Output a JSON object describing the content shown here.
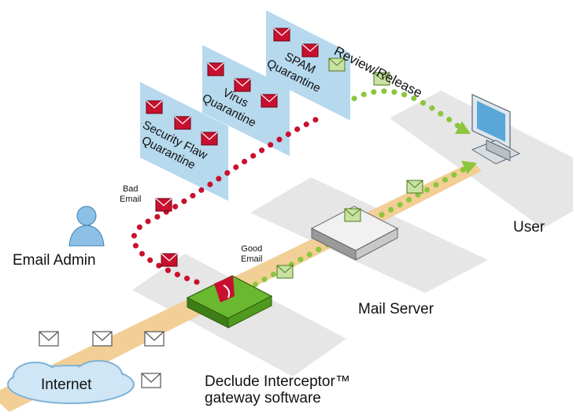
{
  "labels": {
    "review_release": "Review/Release",
    "spam_quarantine": "SPAM\nQuarantine",
    "virus_quarantine": "Virus\nQuarantine",
    "security_quarantine": "Security Flaw\nQuarantine",
    "bad_email": "Bad\nEmail",
    "good_email": "Good\nEmail",
    "email_admin": "Email Admin",
    "user": "User",
    "mail_server": "Mail Server",
    "interceptor": "Declude Interceptor™\ngateway software",
    "internet": "Internet"
  },
  "colors": {
    "quarantine_panel": "#b7d9ee",
    "bad_path": "#c8102e",
    "good_path": "#8cc63f",
    "good_lane": "#f2cf96",
    "platform": "#e6e6e6",
    "gateway": "#4f9a1f",
    "cloud": "#cfe6f6"
  },
  "icons": [
    "admin-person-icon",
    "user-computer-icon",
    "mail-server-icon",
    "gateway-appliance-icon",
    "envelope-icon",
    "cloud-icon"
  ]
}
